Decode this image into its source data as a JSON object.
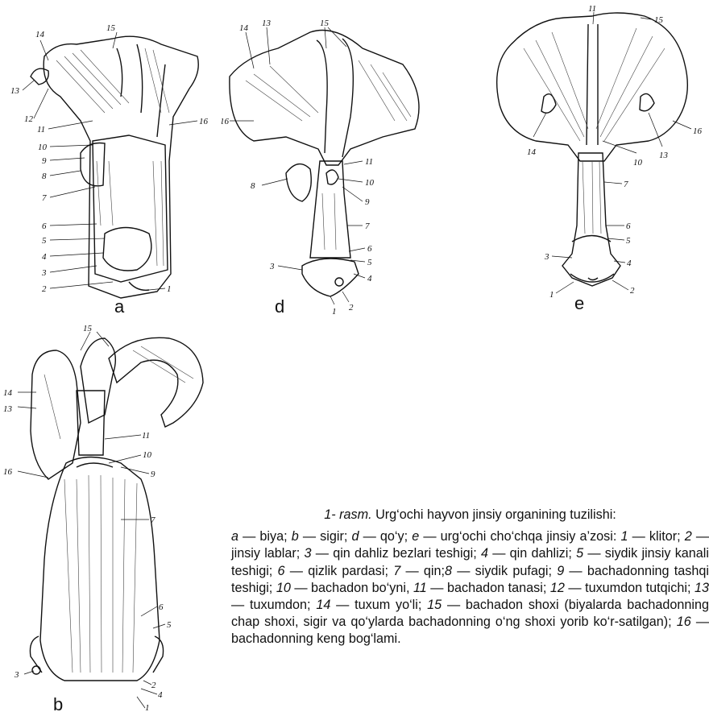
{
  "caption": {
    "title_num": "1- rasm.",
    "title_text": "Urg‘ochi hayvon jinsiy organining tuzilishi:",
    "items": [
      {
        "k": "a",
        "t": " — biya; "
      },
      {
        "k": "b",
        "t": " — sigir; "
      },
      {
        "k": "d",
        "t": " — qo‘y; "
      },
      {
        "k": "e",
        "t": " — urg‘ochi cho‘chqa jinsiy a’zosi: "
      },
      {
        "k": "1",
        "t": " — klitor; "
      },
      {
        "k": "2",
        "t": " — jinsiy lablar; "
      },
      {
        "k": "3",
        "t": " — qin dahliz bezlari teshigi; "
      },
      {
        "k": "4",
        "t": " — qin dahlizi; "
      },
      {
        "k": "5",
        "t": " — siydik jinsiy kanali teshigi; "
      },
      {
        "k": "6",
        "t": " — qizlik pardasi; "
      },
      {
        "k": "7",
        "t": " — qin;"
      },
      {
        "k": "8",
        "t": " — siydik pufagi; "
      },
      {
        "k": "9",
        "t": " — bachadonning tashqi teshigi; "
      },
      {
        "k": "10",
        "t": " — bachadon bo‘yni, "
      },
      {
        "k": "11",
        "t": " — bachadon tanasi; "
      },
      {
        "k": "12",
        "t": " — tuxumdon tutqichi; "
      },
      {
        "k": "13",
        "t": " — tuxumdon; "
      },
      {
        "k": "14",
        "t": " — tuxum yo‘li; "
      },
      {
        "k": "15",
        "t": " — bachadon shoxi (biyalarda bachadonning chap shoxi, sigir va qo‘ylarda bachadonning o‘ng shoxi yorib ko‘r-satilgan); "
      },
      {
        "k": "16",
        "t": " — bachadonning keng bog‘lami."
      }
    ]
  },
  "figures": {
    "a": {
      "letter": "a",
      "labels": [
        "14",
        "15",
        "13",
        "12",
        "11",
        "16",
        "10",
        "9",
        "8",
        "7",
        "6",
        "5",
        "4",
        "3",
        "2",
        "1"
      ]
    },
    "d": {
      "letter": "d",
      "labels": [
        "14",
        "13",
        "15",
        "16",
        "11",
        "10",
        "8",
        "9",
        "7",
        "6",
        "5",
        "3",
        "4",
        "1",
        "2"
      ]
    },
    "e": {
      "letter": "e",
      "labels": [
        "11",
        "15",
        "14",
        "10",
        "16",
        "13",
        "7",
        "6",
        "5",
        "3",
        "4",
        "1",
        "2"
      ]
    },
    "b": {
      "letter": "b",
      "labels": [
        "15",
        "14",
        "13",
        "11",
        "16",
        "10",
        "9",
        "7",
        "6",
        "5",
        "3",
        "4",
        "2",
        "1"
      ]
    }
  }
}
